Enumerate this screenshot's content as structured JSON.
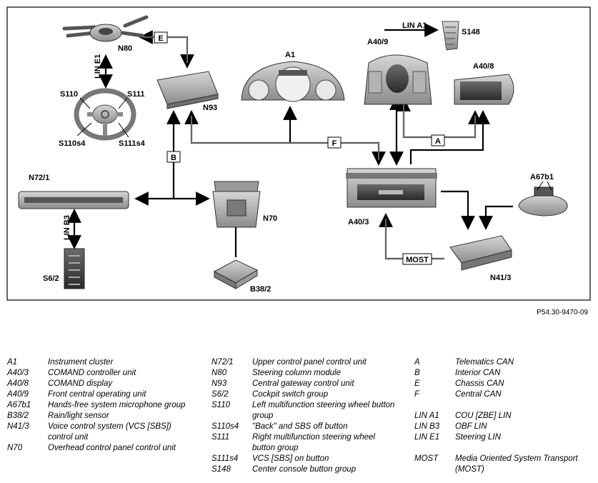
{
  "diagram": {
    "components": {
      "N80": "N80",
      "LIN_E1": "LIN E1",
      "S110": "S110",
      "S111": "S111",
      "S110s4": "S110s4",
      "S111s4": "S111s4",
      "N93": "N93",
      "A1": "A1",
      "LIN_A1": "LIN A1",
      "A40_9": "A40/9",
      "S148": "S148",
      "A40_8": "A40/8",
      "N72_1": "N72/1",
      "LIN_B3": "LIN B3",
      "S6_2": "S6/2",
      "N70": "N70",
      "B38_2": "B38/2",
      "A40_3": "A40/3",
      "A67b1": "A67b1",
      "N41_3": "N41/3"
    },
    "buses": {
      "E": "E",
      "B": "B",
      "F": "F",
      "A": "A",
      "MOST": "MOST"
    }
  },
  "reference": "P54.30-9470-09",
  "legend": {
    "col1": [
      {
        "code": "A1",
        "desc": "Instrument cluster"
      },
      {
        "code": "A40/3",
        "desc": "COMAND controller unit"
      },
      {
        "code": "A40/8",
        "desc": "COMAND display"
      },
      {
        "code": "A40/9",
        "desc": "Front central operating unit"
      },
      {
        "code": "A67b1",
        "desc": "Hands-free system microphone group"
      },
      {
        "code": "B38/2",
        "desc": "Rain/light sensor"
      },
      {
        "code": "N41/3",
        "desc": "Voice control system (VCS [SBS]) control unit"
      },
      {
        "code": "N70",
        "desc": "Overhead control panel control unit"
      }
    ],
    "col2": [
      {
        "code": "N72/1",
        "desc": "Upper control panel control unit"
      },
      {
        "code": "N80",
        "desc": "Steering column module"
      },
      {
        "code": "N93",
        "desc": "Central gateway control unit"
      },
      {
        "code": "S6/2",
        "desc": "Cockpit switch group"
      },
      {
        "code": "S110",
        "desc": "Left multifunction steering wheel button group"
      },
      {
        "code": "S110s4",
        "desc": "\"Back\" and SBS off button"
      },
      {
        "code": "S111",
        "desc": "Right multifunction steering wheel button group"
      },
      {
        "code": "S111s4",
        "desc": "VCS [SBS] on button"
      },
      {
        "code": "S148",
        "desc": "Center console button group"
      }
    ],
    "col3a": [
      {
        "code": "A",
        "desc": "Telematics CAN"
      },
      {
        "code": "B",
        "desc": "Interior CAN"
      },
      {
        "code": "E",
        "desc": "Chassis CAN"
      },
      {
        "code": "F",
        "desc": "Central CAN"
      }
    ],
    "col3b": [
      {
        "code": "LIN A1",
        "desc": "COU [ZBE] LIN"
      },
      {
        "code": "LIN B3",
        "desc": "OBF LIN"
      },
      {
        "code": "LIN E1",
        "desc": "Steering LIN"
      }
    ],
    "col3c": [
      {
        "code": "MOST",
        "desc": "Media Oriented System Transport (MOST)"
      }
    ]
  }
}
